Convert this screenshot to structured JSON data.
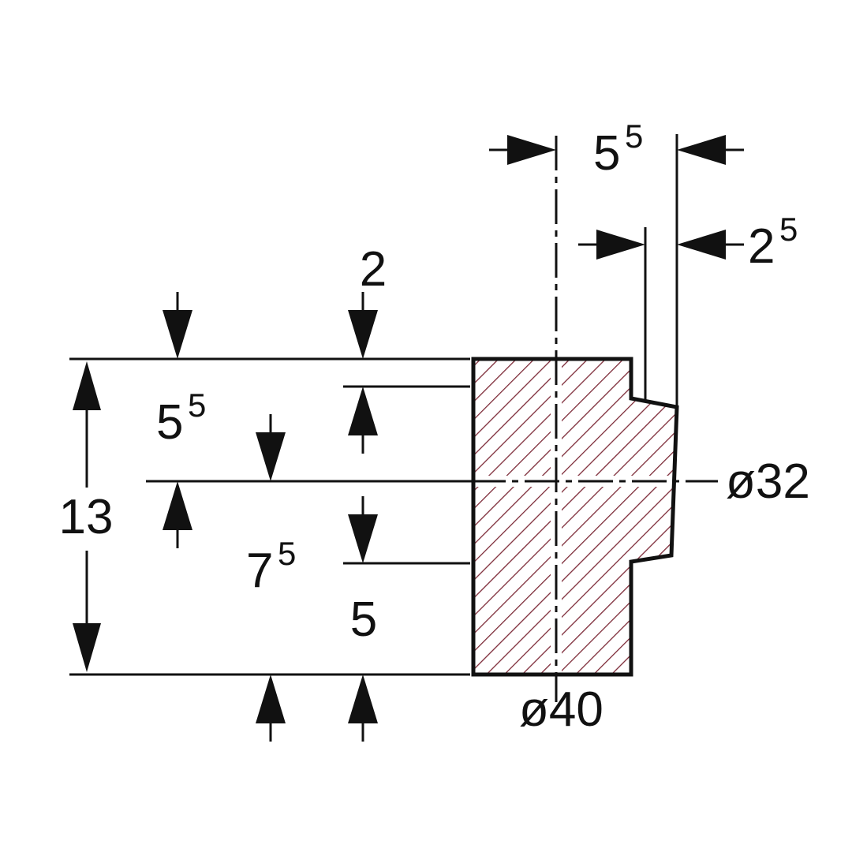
{
  "drawing": {
    "type": "technical-cross-section",
    "colors": {
      "background": "#ffffff",
      "line": "#111111",
      "hatch": "#7d2b38"
    },
    "dimensions": {
      "top_width": {
        "base": "5",
        "sup": "5"
      },
      "lip_thickness": {
        "base": "2",
        "sup": "5"
      },
      "top_step": "2",
      "upper_half_height": {
        "base": "5",
        "sup": "5"
      },
      "total_height": "13",
      "lower_half_height": {
        "base": "7",
        "sup": "5"
      },
      "bottom_step": "5",
      "inner_diameter": "ø32",
      "outer_diameter": "ø40"
    }
  }
}
